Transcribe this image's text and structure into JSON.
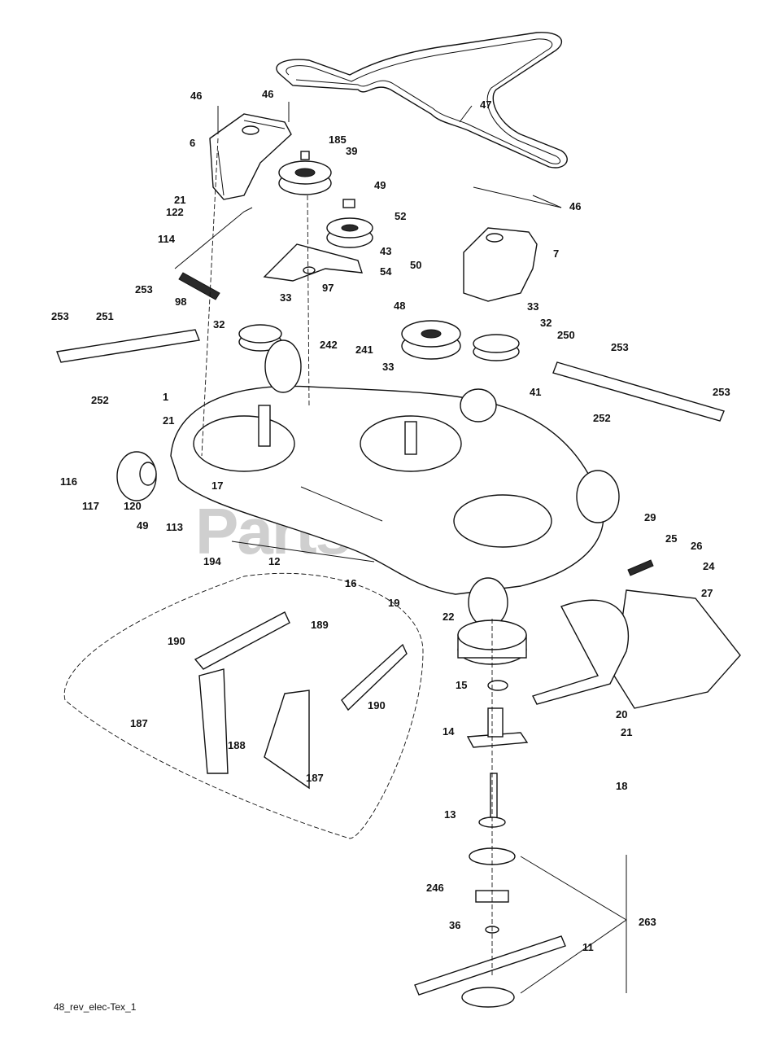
{
  "watermark": "PartsTree",
  "footer_label": "48_rev_elec-Tex_1",
  "callouts": [
    {
      "id": "c46a",
      "text": "46"
    },
    {
      "id": "c46b",
      "text": "46"
    },
    {
      "id": "c47",
      "text": "47"
    },
    {
      "id": "c185",
      "text": "185"
    },
    {
      "id": "c39",
      "text": "39"
    },
    {
      "id": "c6",
      "text": "6"
    },
    {
      "id": "c49a",
      "text": "49"
    },
    {
      "id": "c52",
      "text": "52"
    },
    {
      "id": "c46c",
      "text": "46"
    },
    {
      "id": "c21a",
      "text": "21"
    },
    {
      "id": "c122",
      "text": "122"
    },
    {
      "id": "c114",
      "text": "114"
    },
    {
      "id": "c43",
      "text": "43"
    },
    {
      "id": "c50",
      "text": "50"
    },
    {
      "id": "c54",
      "text": "54"
    },
    {
      "id": "c7",
      "text": "7"
    },
    {
      "id": "c97",
      "text": "97"
    },
    {
      "id": "c253a",
      "text": "253"
    },
    {
      "id": "c98",
      "text": "98"
    },
    {
      "id": "c33a",
      "text": "33"
    },
    {
      "id": "c48",
      "text": "48"
    },
    {
      "id": "c33b",
      "text": "33"
    },
    {
      "id": "c253b",
      "text": "253"
    },
    {
      "id": "c251",
      "text": "251"
    },
    {
      "id": "c32a",
      "text": "32"
    },
    {
      "id": "c32b",
      "text": "32"
    },
    {
      "id": "c250",
      "text": "250"
    },
    {
      "id": "c242",
      "text": "242"
    },
    {
      "id": "c241",
      "text": "241"
    },
    {
      "id": "c253c",
      "text": "253"
    },
    {
      "id": "c33c",
      "text": "33"
    },
    {
      "id": "c253d",
      "text": "253"
    },
    {
      "id": "c252a",
      "text": "252"
    },
    {
      "id": "c41",
      "text": "41"
    },
    {
      "id": "c1",
      "text": "1"
    },
    {
      "id": "c252b",
      "text": "252"
    },
    {
      "id": "c21b",
      "text": "21"
    },
    {
      "id": "c116",
      "text": "116"
    },
    {
      "id": "c17",
      "text": "17"
    },
    {
      "id": "c117",
      "text": "117"
    },
    {
      "id": "c120",
      "text": "120"
    },
    {
      "id": "c49b",
      "text": "49"
    },
    {
      "id": "c113",
      "text": "113"
    },
    {
      "id": "c29",
      "text": "29"
    },
    {
      "id": "c25",
      "text": "25"
    },
    {
      "id": "c26",
      "text": "26"
    },
    {
      "id": "c194",
      "text": "194"
    },
    {
      "id": "c12",
      "text": "12"
    },
    {
      "id": "c24",
      "text": "24"
    },
    {
      "id": "c16",
      "text": "16"
    },
    {
      "id": "c27",
      "text": "27"
    },
    {
      "id": "c19",
      "text": "19"
    },
    {
      "id": "c22",
      "text": "22"
    },
    {
      "id": "c190a",
      "text": "190"
    },
    {
      "id": "c189",
      "text": "189"
    },
    {
      "id": "c15",
      "text": "15"
    },
    {
      "id": "c187a",
      "text": "187"
    },
    {
      "id": "c190b",
      "text": "190"
    },
    {
      "id": "c20",
      "text": "20"
    },
    {
      "id": "c14",
      "text": "14"
    },
    {
      "id": "c188",
      "text": "188"
    },
    {
      "id": "c21c",
      "text": "21"
    },
    {
      "id": "c187b",
      "text": "187"
    },
    {
      "id": "c18",
      "text": "18"
    },
    {
      "id": "c13",
      "text": "13"
    },
    {
      "id": "c246",
      "text": "246"
    },
    {
      "id": "c263",
      "text": "263"
    },
    {
      "id": "c36",
      "text": "36"
    },
    {
      "id": "c11",
      "text": "11"
    }
  ]
}
